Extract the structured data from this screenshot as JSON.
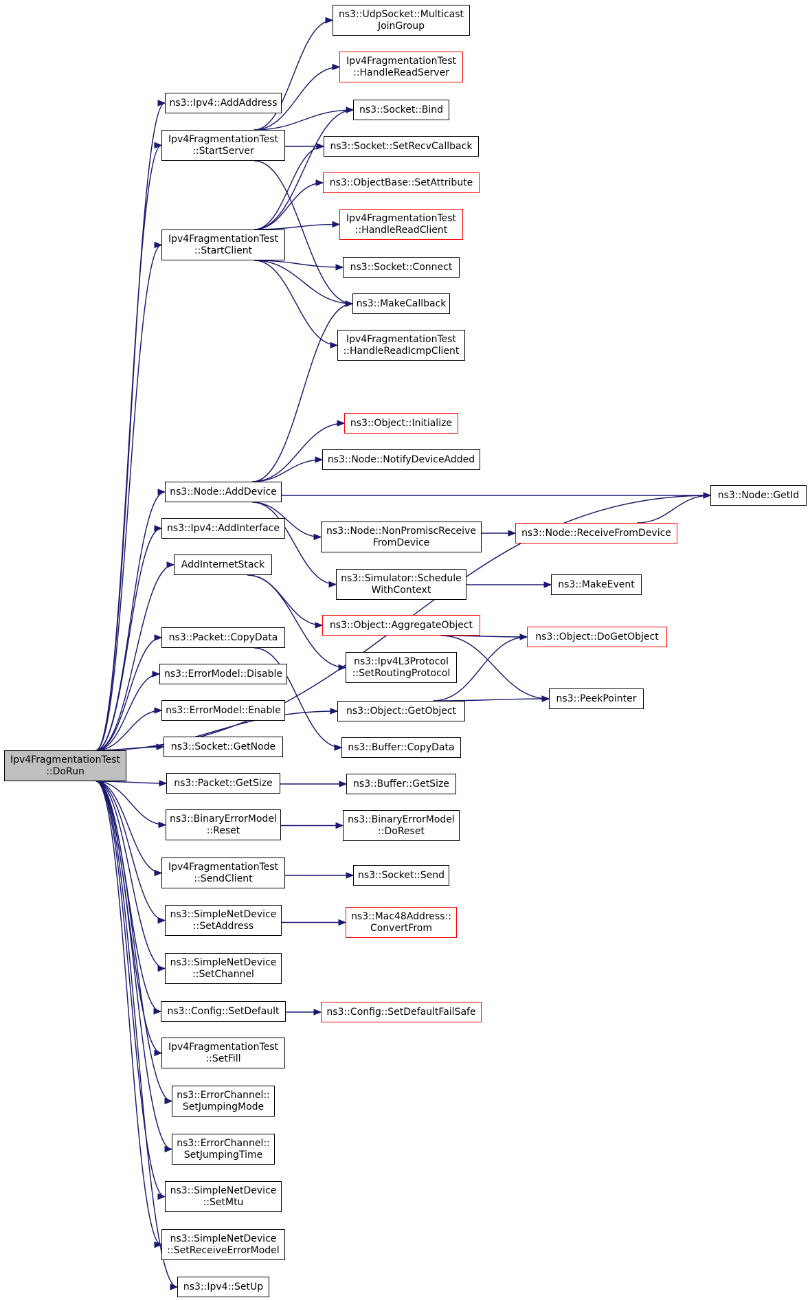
{
  "colors": {
    "edge": "#191970",
    "border": "#000000",
    "border_incomplete": "#ff0000",
    "root_fill": "#bfbfbf"
  },
  "nodes": {
    "dorun": {
      "lines": [
        "Ipv4FragmentationTest",
        "::DoRun"
      ],
      "style": "root"
    },
    "ipv4_addaddress": {
      "lines": [
        "ns3::Ipv4::AddAddress"
      ],
      "style": "black"
    },
    "startserver": {
      "lines": [
        "Ipv4FragmentationTest",
        "::StartServer"
      ],
      "style": "black"
    },
    "startclient": {
      "lines": [
        "Ipv4FragmentationTest",
        "::StartClient"
      ],
      "style": "black"
    },
    "node_adddevice": {
      "lines": [
        "ns3::Node::AddDevice"
      ],
      "style": "black"
    },
    "ipv4_addinterface": {
      "lines": [
        "ns3::Ipv4::AddInterface"
      ],
      "style": "black"
    },
    "addinternetstack": {
      "lines": [
        "AddInternetStack"
      ],
      "style": "black"
    },
    "packet_copydata": {
      "lines": [
        "ns3::Packet::CopyData"
      ],
      "style": "black"
    },
    "errormodel_disable": {
      "lines": [
        "ns3::ErrorModel::Disable"
      ],
      "style": "black"
    },
    "errormodel_enable": {
      "lines": [
        "ns3::ErrorModel::Enable"
      ],
      "style": "black"
    },
    "socket_getnode": {
      "lines": [
        "ns3::Socket::GetNode"
      ],
      "style": "black"
    },
    "packet_getsize": {
      "lines": [
        "ns3::Packet::GetSize"
      ],
      "style": "black"
    },
    "binaryerror_reset": {
      "lines": [
        "ns3::BinaryErrorModel",
        "::Reset"
      ],
      "style": "black"
    },
    "sendclient": {
      "lines": [
        "Ipv4FragmentationTest",
        "::SendClient"
      ],
      "style": "black"
    },
    "snd_setaddress": {
      "lines": [
        "ns3::SimpleNetDevice",
        "::SetAddress"
      ],
      "style": "black"
    },
    "snd_setchannel": {
      "lines": [
        "ns3::SimpleNetDevice",
        "::SetChannel"
      ],
      "style": "black"
    },
    "config_setdefault": {
      "lines": [
        "ns3::Config::SetDefault"
      ],
      "style": "black"
    },
    "setfill": {
      "lines": [
        "Ipv4FragmentationTest",
        "::SetFill"
      ],
      "style": "black"
    },
    "errchan_jumpmode": {
      "lines": [
        "ns3::ErrorChannel::",
        "SetJumpingMode"
      ],
      "style": "black"
    },
    "errchan_jumptime": {
      "lines": [
        "ns3::ErrorChannel::",
        "SetJumpingTime"
      ],
      "style": "black"
    },
    "snd_setmtu": {
      "lines": [
        "ns3::SimpleNetDevice",
        "::SetMtu"
      ],
      "style": "black"
    },
    "snd_setreceiveerror": {
      "lines": [
        "ns3::SimpleNetDevice",
        "::SetReceiveErrorModel"
      ],
      "style": "black"
    },
    "ipv4_setup": {
      "lines": [
        "ns3::Ipv4::SetUp"
      ],
      "style": "black"
    },
    "udp_multicast": {
      "lines": [
        "ns3::UdpSocket::Multicast",
        "JoinGroup"
      ],
      "style": "black"
    },
    "handlereadserver": {
      "lines": [
        "Ipv4FragmentationTest",
        "::HandleReadServer"
      ],
      "style": "red"
    },
    "socket_bind": {
      "lines": [
        "ns3::Socket::Bind"
      ],
      "style": "black"
    },
    "socket_setrecv": {
      "lines": [
        "ns3::Socket::SetRecvCallback"
      ],
      "style": "black"
    },
    "objectbase_setattr": {
      "lines": [
        "ns3::ObjectBase::SetAttribute"
      ],
      "style": "red"
    },
    "handlereadclient": {
      "lines": [
        "Ipv4FragmentationTest",
        "::HandleReadClient"
      ],
      "style": "red"
    },
    "socket_connect": {
      "lines": [
        "ns3::Socket::Connect"
      ],
      "style": "black"
    },
    "makecallback": {
      "lines": [
        "ns3::MakeCallback"
      ],
      "style": "black"
    },
    "handlereadicmp": {
      "lines": [
        "Ipv4FragmentationTest",
        "::HandleReadIcmpClient"
      ],
      "style": "black"
    },
    "object_initialize": {
      "lines": [
        "ns3::Object::Initialize"
      ],
      "style": "red"
    },
    "node_notifydevice": {
      "lines": [
        "ns3::Node::NotifyDeviceAdded"
      ],
      "style": "black"
    },
    "node_nonpromisc": {
      "lines": [
        "ns3::Node::NonPromiscReceive",
        "FromDevice"
      ],
      "style": "black"
    },
    "sim_schedule": {
      "lines": [
        "ns3::Simulator::Schedule",
        "WithContext"
      ],
      "style": "black"
    },
    "object_aggregate": {
      "lines": [
        "ns3::Object::AggregateObject"
      ],
      "style": "red"
    },
    "ipv4l3_setrouting": {
      "lines": [
        "ns3::Ipv4L3Protocol",
        "::SetRoutingProtocol"
      ],
      "style": "black"
    },
    "object_getobject": {
      "lines": [
        "ns3::Object::GetObject"
      ],
      "style": "black"
    },
    "buffer_copydata": {
      "lines": [
        "ns3::Buffer::CopyData"
      ],
      "style": "black"
    },
    "buffer_getsize": {
      "lines": [
        "ns3::Buffer::GetSize"
      ],
      "style": "black"
    },
    "binaryerror_doreset": {
      "lines": [
        "ns3::BinaryErrorModel",
        "::DoReset"
      ],
      "style": "black"
    },
    "socket_send": {
      "lines": [
        "ns3::Socket::Send"
      ],
      "style": "black"
    },
    "mac48_convert": {
      "lines": [
        "ns3::Mac48Address::",
        "ConvertFrom"
      ],
      "style": "red"
    },
    "config_failsafe": {
      "lines": [
        "ns3::Config::SetDefaultFailSafe"
      ],
      "style": "red"
    },
    "node_getid": {
      "lines": [
        "ns3::Node::GetId"
      ],
      "style": "black"
    },
    "node_receivefrom": {
      "lines": [
        "ns3::Node::ReceiveFromDevice"
      ],
      "style": "red"
    },
    "makeevent": {
      "lines": [
        "ns3::MakeEvent"
      ],
      "style": "black"
    },
    "object_dogetobject": {
      "lines": [
        "ns3::Object::DoGetObject"
      ],
      "style": "red"
    },
    "peekpointer": {
      "lines": [
        "ns3::PeekPointer"
      ],
      "style": "black"
    }
  },
  "edges": [
    [
      "dorun",
      "ipv4_addaddress"
    ],
    [
      "dorun",
      "startserver"
    ],
    [
      "dorun",
      "startclient"
    ],
    [
      "dorun",
      "node_getid"
    ],
    [
      "dorun",
      "node_adddevice"
    ],
    [
      "dorun",
      "ipv4_addinterface"
    ],
    [
      "dorun",
      "addinternetstack"
    ],
    [
      "dorun",
      "object_getobject"
    ],
    [
      "dorun",
      "packet_copydata"
    ],
    [
      "dorun",
      "errormodel_disable"
    ],
    [
      "dorun",
      "errormodel_enable"
    ],
    [
      "dorun",
      "socket_getnode"
    ],
    [
      "dorun",
      "packet_getsize"
    ],
    [
      "dorun",
      "binaryerror_reset"
    ],
    [
      "dorun",
      "sendclient"
    ],
    [
      "dorun",
      "snd_setaddress"
    ],
    [
      "dorun",
      "snd_setchannel"
    ],
    [
      "dorun",
      "config_setdefault"
    ],
    [
      "dorun",
      "setfill"
    ],
    [
      "dorun",
      "errchan_jumpmode"
    ],
    [
      "dorun",
      "errchan_jumptime"
    ],
    [
      "dorun",
      "snd_setmtu"
    ],
    [
      "dorun",
      "snd_setreceiveerror"
    ],
    [
      "dorun",
      "ipv4_setup"
    ],
    [
      "startserver",
      "udp_multicast"
    ],
    [
      "startserver",
      "handlereadserver"
    ],
    [
      "startserver",
      "socket_bind"
    ],
    [
      "startserver",
      "socket_setrecv"
    ],
    [
      "startserver",
      "makecallback"
    ],
    [
      "startclient",
      "socket_bind"
    ],
    [
      "startclient",
      "socket_setrecv"
    ],
    [
      "startclient",
      "objectbase_setattr"
    ],
    [
      "startclient",
      "handlereadclient"
    ],
    [
      "startclient",
      "socket_connect"
    ],
    [
      "startclient",
      "makecallback"
    ],
    [
      "startclient",
      "handlereadicmp"
    ],
    [
      "node_adddevice",
      "makecallback"
    ],
    [
      "node_adddevice",
      "object_initialize"
    ],
    [
      "node_adddevice",
      "node_notifydevice"
    ],
    [
      "node_adddevice",
      "node_getid"
    ],
    [
      "node_adddevice",
      "node_nonpromisc"
    ],
    [
      "node_adddevice",
      "sim_schedule"
    ],
    [
      "node_nonpromisc",
      "node_receivefrom"
    ],
    [
      "node_receivefrom",
      "node_getid"
    ],
    [
      "sim_schedule",
      "makeevent"
    ],
    [
      "addinternetstack",
      "object_aggregate"
    ],
    [
      "addinternetstack",
      "ipv4l3_setrouting"
    ],
    [
      "object_aggregate",
      "object_dogetobject"
    ],
    [
      "object_aggregate",
      "peekpointer"
    ],
    [
      "object_getobject",
      "object_dogetobject"
    ],
    [
      "object_getobject",
      "peekpointer"
    ],
    [
      "packet_copydata",
      "buffer_copydata"
    ],
    [
      "packet_getsize",
      "buffer_getsize"
    ],
    [
      "binaryerror_reset",
      "binaryerror_doreset"
    ],
    [
      "sendclient",
      "socket_send"
    ],
    [
      "snd_setaddress",
      "mac48_convert"
    ],
    [
      "config_setdefault",
      "config_failsafe"
    ]
  ]
}
